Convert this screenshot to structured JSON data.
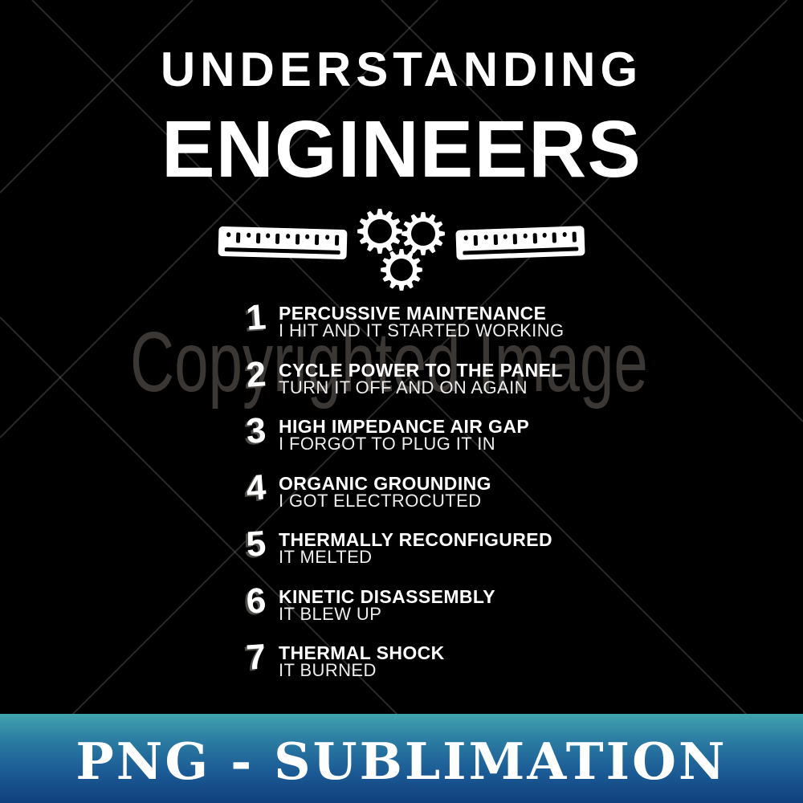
{
  "title": {
    "line1": "UNDERSTANDING",
    "line2": "ENGINEERS"
  },
  "graphic": {
    "icons": {
      "left": "ruler-icon",
      "center": "gears-icon",
      "right": "ruler-icon"
    }
  },
  "list": {
    "items": [
      {
        "number": "1",
        "heading": "PERCUSSIVE MAINTENANCE",
        "subtext": "I HIT AND IT STARTED WORKING"
      },
      {
        "number": "2",
        "heading": "CYCLE POWER TO THE PANEL",
        "subtext": "TURN IT OFF AND ON AGAIN"
      },
      {
        "number": "3",
        "heading": "HIGH IMPEDANCE AIR GAP",
        "subtext": "I FORGOT TO PLUG IT IN"
      },
      {
        "number": "4",
        "heading": "ORGANIC GROUNDING",
        "subtext": "I GOT ELECTROCUTED"
      },
      {
        "number": "5",
        "heading": "THERMALLY RECONFIGURED",
        "subtext": "IT MELTED"
      },
      {
        "number": "6",
        "heading": "KINETIC DISASSEMBLY",
        "subtext": "IT BLEW UP"
      },
      {
        "number": "7",
        "heading": "THERMAL SHOCK",
        "subtext": "IT BURNED"
      }
    ]
  },
  "watermark": {
    "text": "Copyrighted Image"
  },
  "banner": {
    "label": "PNG - SUBLIMATION"
  },
  "colors": {
    "background": "#000000",
    "ink": "#ffffff",
    "watermark_text": "#3a3734",
    "watermark_line": "#7d7872",
    "banner_top": "#41a4ad",
    "banner_mid": "#1d5e97",
    "banner_bottom": "#0f3f7e",
    "banner_text": "#ffffff"
  }
}
